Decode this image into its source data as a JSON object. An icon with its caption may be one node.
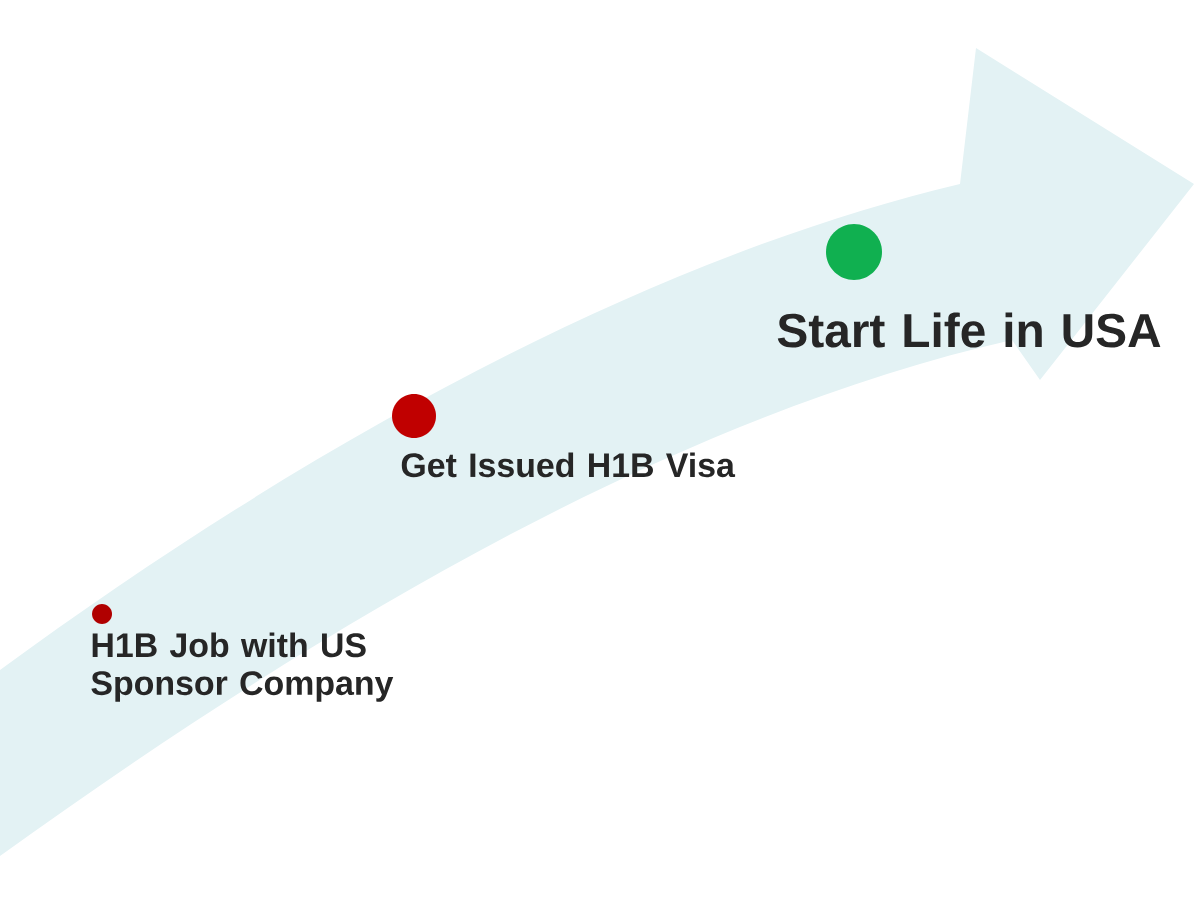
{
  "diagram": {
    "nodes": [
      {
        "text": [
          "H1B Job with US Sponsor Company"
        ]
      },
      {
        "text": [
          "Get Issued H1B Visa"
        ]
      },
      {
        "text": [
          "Start Life in USA"
        ]
      }
    ]
  }
}
